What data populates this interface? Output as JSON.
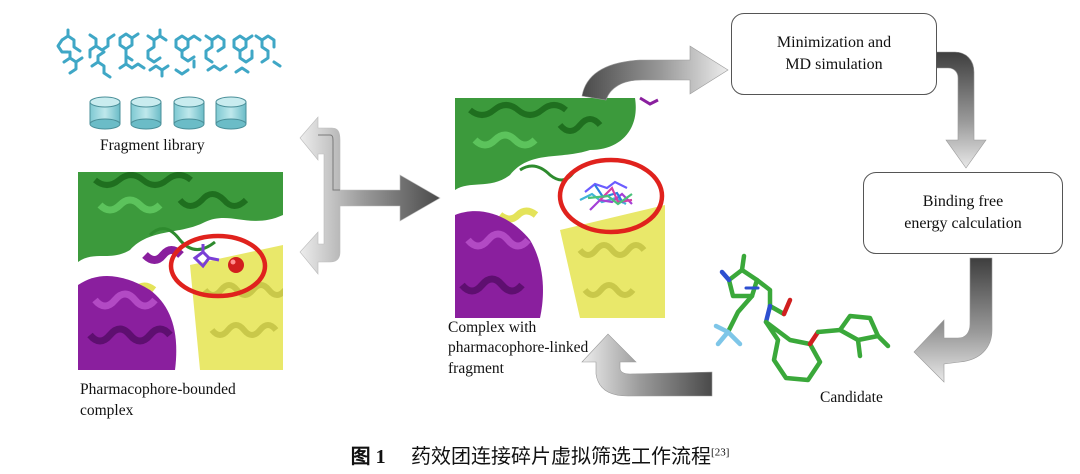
{
  "labels": {
    "fragment_library": "Fragment library",
    "pharmacophore_complex": [
      "Pharmacophore-bounded",
      "complex"
    ],
    "linked_complex": [
      "Complex with",
      "pharmacophore-linked",
      "fragment"
    ],
    "candidate": "Candidate"
  },
  "boxes": {
    "md": [
      "Minimization and",
      "MD simulation"
    ],
    "binding": [
      "Binding free",
      "energy calculation"
    ]
  },
  "caption": {
    "fig": "图 1",
    "title": "药效团连接碎片虚拟筛选工作流程",
    "ref": "[23]"
  },
  "colors": {
    "fragments": "#3fa7c6",
    "cylinder": "#8fd3da",
    "protein_green": "#2e8b2e",
    "helix_purple": "#8a1f9e",
    "helix_yellow": "#e4e35a",
    "highlight_ring": "#e0221d",
    "ligand_green": "#3aa83a",
    "arrow_dark": "#555555",
    "arrow_light": "#e5e5e5"
  },
  "icons": [
    "fragment-library-graphic",
    "database-cylinder-icon",
    "protein-structure-image",
    "ligand-molecule-image",
    "flow-arrow-icon"
  ]
}
